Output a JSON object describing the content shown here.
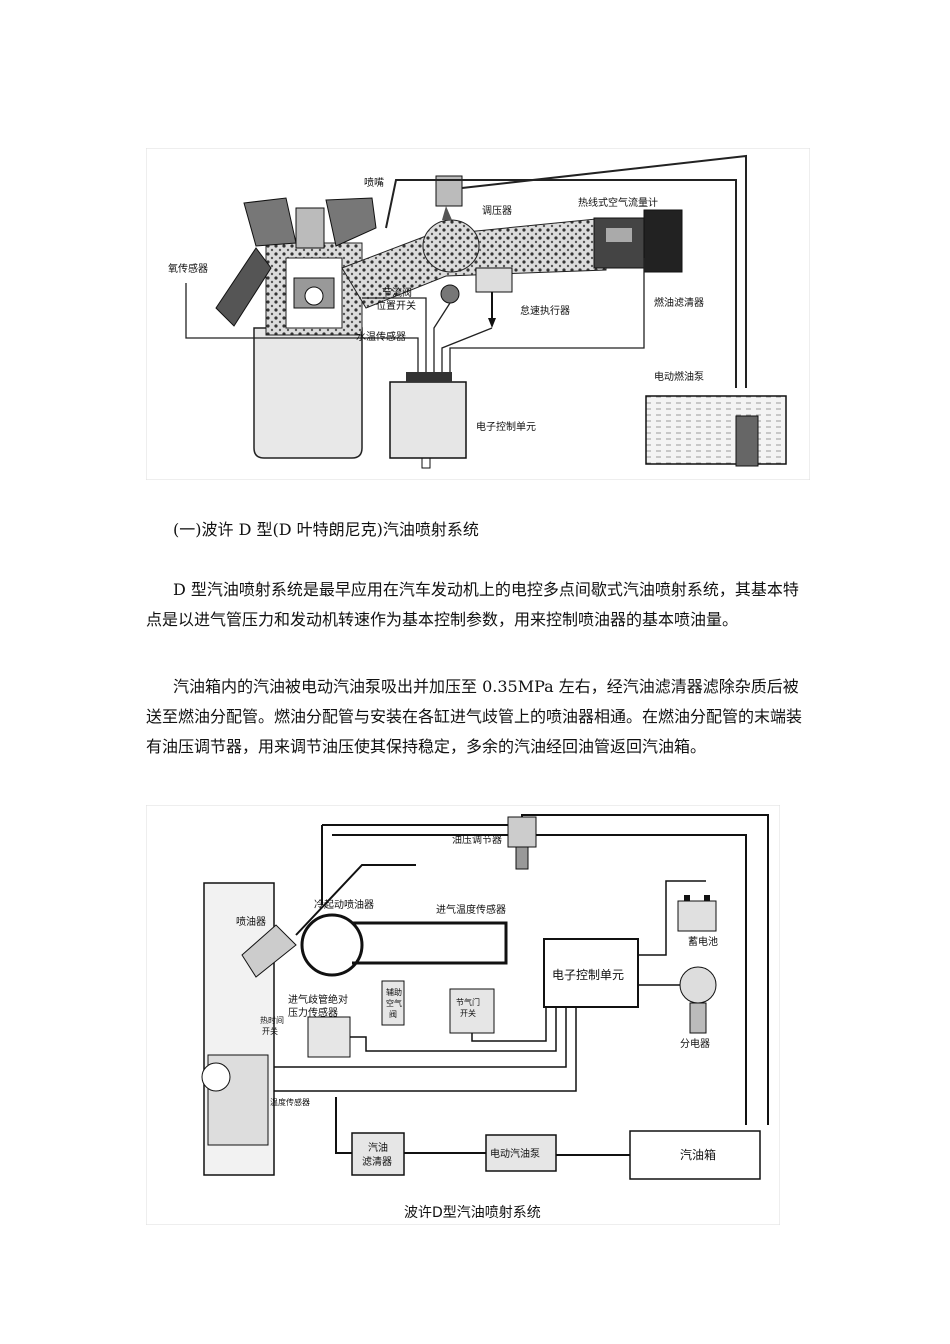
{
  "figure1": {
    "labels": {
      "nozzle": "喷嘴",
      "pressure_regulator": "调压器",
      "hot_wire_mass_air_flow": "热线式空气流量计",
      "oxygen_sensor": "氧传感器",
      "throttle_position_switch_line1": "节流阀",
      "throttle_position_switch_line2": "位置开关",
      "idle_actuator": "怠速执行器",
      "fuel_filter": "燃油滤清器",
      "water_temp_sensor": "水温传感器",
      "electric_fuel_pump": "电动燃油泵",
      "ecu": "电子控制单元"
    }
  },
  "section_title": "(一)波许 D 型(D 叶特朗尼克)汽油喷射系统",
  "paragraphs": [
    "D 型汽油喷射系统是最早应用在汽车发动机上的电控多点间歇式汽油喷射系统，其基本特点是以进气管压力和发动机转速作为基本控制参数，用来控制喷油器的基本喷油量。",
    "汽油箱内的汽油被电动汽油泵吸出并加压至 0.35MPa 左右，经汽油滤清器滤除杂质后被送至燃油分配管。燃油分配管与安装在各缸进气歧管上的喷油器相通。在燃油分配管的末端装有油压调节器，用来调节油压使其保持稳定，多余的汽油经回油管返回汽油箱。"
  ],
  "figure2": {
    "labels": {
      "fuel_pressure_regulator": "油压调节器",
      "injector": "喷油器",
      "cold_start_injector": "冷起动喷油器",
      "intake_air_temp_sensor": "进气温度传感器",
      "battery": "蓄电池",
      "ecu": "电子控制单元",
      "map_sensor_line1": "进气歧管绝对",
      "map_sensor_line2": "压力传感器",
      "aux_air_valve_line1": "辅助",
      "aux_air_valve_line2": "空气",
      "aux_air_valve_line3": "阀",
      "throttle_switch_line1": "节气门",
      "throttle_switch_line2": "开关",
      "thermo_time_switch_line1": "热时间",
      "thermo_time_switch_line2": "开关",
      "distributor": "分电器",
      "temp_sensor": "温度传感器",
      "fuel_filter_line1": "汽油",
      "fuel_filter_line2": "滤清器",
      "electric_fuel_pump": "电动汽油泵",
      "fuel_tank": "汽油箱"
    },
    "caption": "波许D型汽油喷射系统"
  }
}
